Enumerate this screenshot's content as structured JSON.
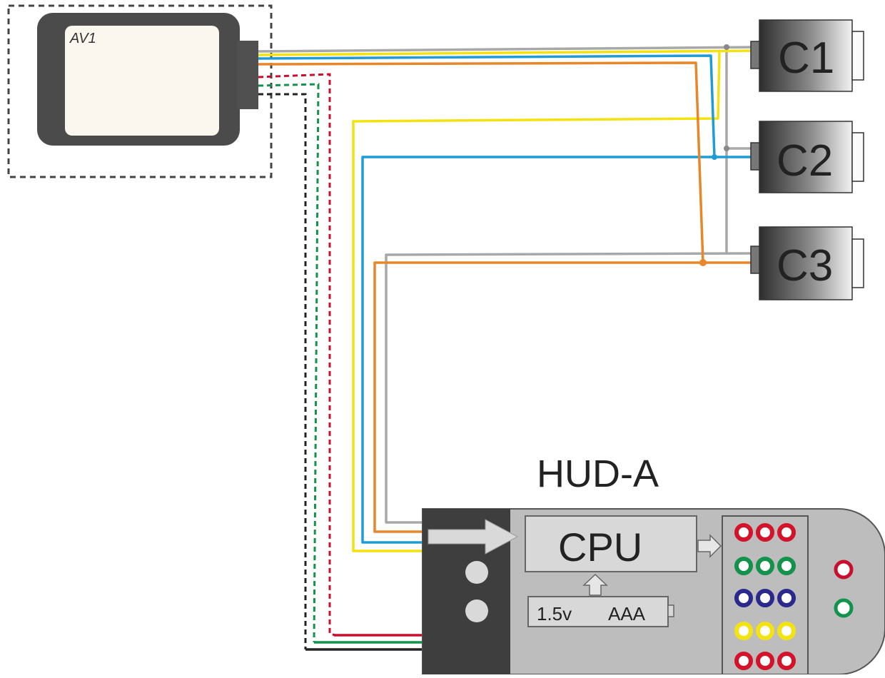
{
  "device_av1": {
    "label": "AV1"
  },
  "cameras": [
    {
      "label": "C1"
    },
    {
      "label": "C2"
    },
    {
      "label": "C3"
    }
  ],
  "hud": {
    "title": "HUD-A",
    "cpu_label": "CPU",
    "battery": {
      "voltage": "1.5v",
      "type": "AAA"
    },
    "pin_rows": [
      {
        "color": "#d4132a"
      },
      {
        "color": "#12924a"
      },
      {
        "color": "#2a2a8e"
      },
      {
        "color": "#f2e311"
      },
      {
        "color": "#d4132a"
      }
    ]
  },
  "wire_colors": {
    "yellow": "#f4e10e",
    "blue": "#1f9bd7",
    "gray": "#a8a8a8",
    "orange": "#e8862a",
    "red": "#c8102e",
    "green": "#12924a",
    "black": "#222222"
  }
}
